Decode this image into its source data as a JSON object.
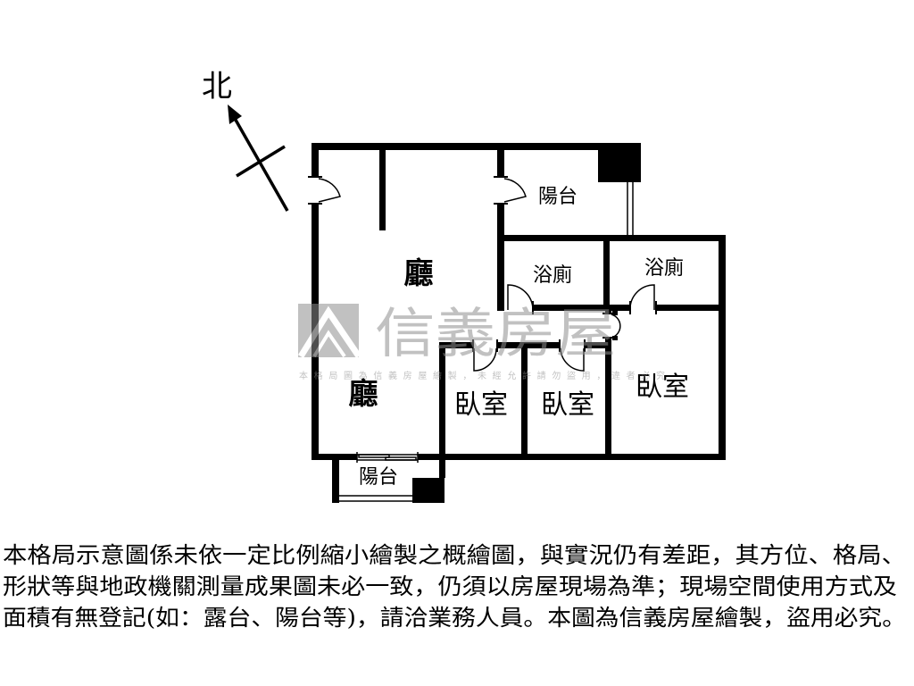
{
  "compass": {
    "north_label": "北",
    "icon": "north-arrow-icon"
  },
  "rooms": {
    "balcony_top": "陽台",
    "bathroom_left": "浴廁",
    "bathroom_right": "浴廁",
    "living_upper": "廳",
    "living_lower": "廳",
    "bedroom_left": "臥室",
    "bedroom_middle": "臥室",
    "bedroom_right": "臥室",
    "balcony_bottom": "陽台"
  },
  "watermark": {
    "logo_icon": "sinyi-logo-icon",
    "brand": "信義房屋",
    "notice": "本格局圖為信義房屋繪製，未經允許請勿盜用，違者必究"
  },
  "disclaimer": {
    "lines": [
      "本格局示意圖係未依一定比例縮小繪製之概繪圖，與實況仍有差距，其方位、格局、",
      "形狀等與地政機關測量成果圖未必一致，仍須以房屋現場為準；現場空間使用方式及",
      "面積有無登記(如：露台、陽台等)，請洽業務人員。本圖為信義房屋繪製，盜用必究。"
    ]
  },
  "colors": {
    "wall": "#000000",
    "background": "#ffffff",
    "watermark": "#8f8f8f"
  }
}
